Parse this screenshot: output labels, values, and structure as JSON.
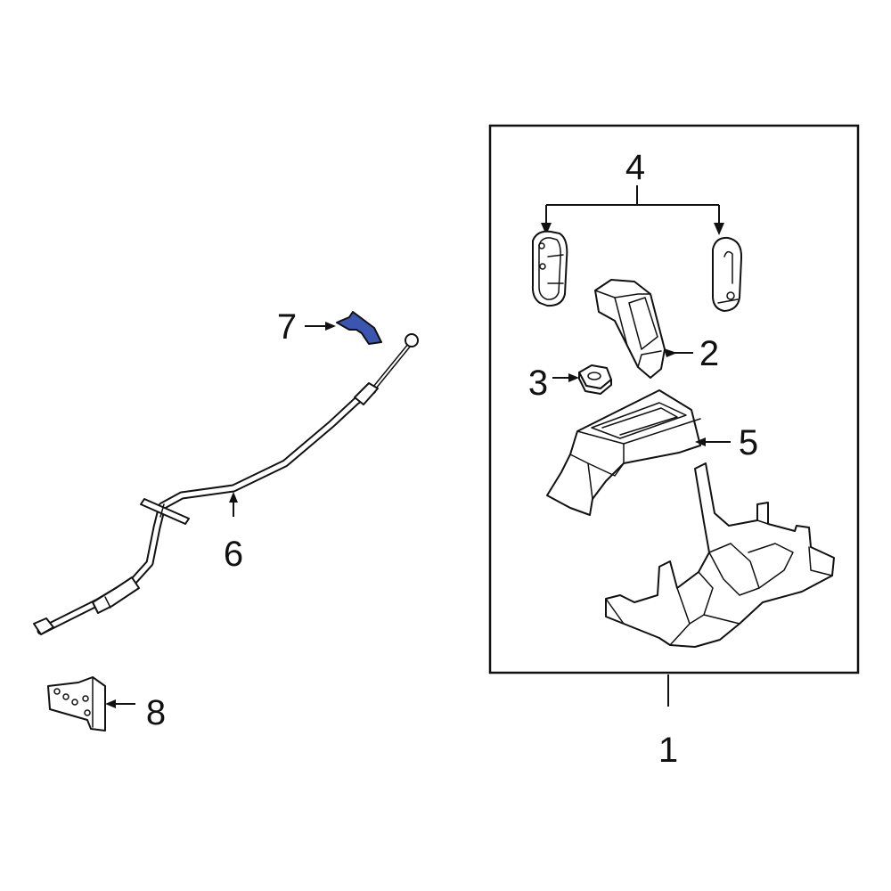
{
  "diagram": {
    "highlight_color": "#3a56b0",
    "line_color": "#111111",
    "background": "#ffffff",
    "callouts": [
      {
        "id": "c1",
        "label": "1"
      },
      {
        "id": "c2",
        "label": "2"
      },
      {
        "id": "c3",
        "label": "3"
      },
      {
        "id": "c4",
        "label": "4"
      },
      {
        "id": "c5",
        "label": "5"
      },
      {
        "id": "c6",
        "label": "6"
      },
      {
        "id": "c7",
        "label": "7"
      },
      {
        "id": "c8",
        "label": "8"
      }
    ],
    "parts": [
      {
        "callout": "1",
        "name": "shifter-assembly",
        "highlighted": false
      },
      {
        "callout": "2",
        "name": "shift-knob",
        "highlighted": false
      },
      {
        "callout": "3",
        "name": "nut",
        "highlighted": false
      },
      {
        "callout": "4",
        "name": "knob-trim-pair",
        "highlighted": false
      },
      {
        "callout": "5",
        "name": "shift-indicator-bezel",
        "highlighted": false
      },
      {
        "callout": "6",
        "name": "shift-cable",
        "highlighted": false
      },
      {
        "callout": "7",
        "name": "bracket",
        "highlighted": true
      },
      {
        "callout": "8",
        "name": "mounting-plate",
        "highlighted": false
      }
    ]
  }
}
